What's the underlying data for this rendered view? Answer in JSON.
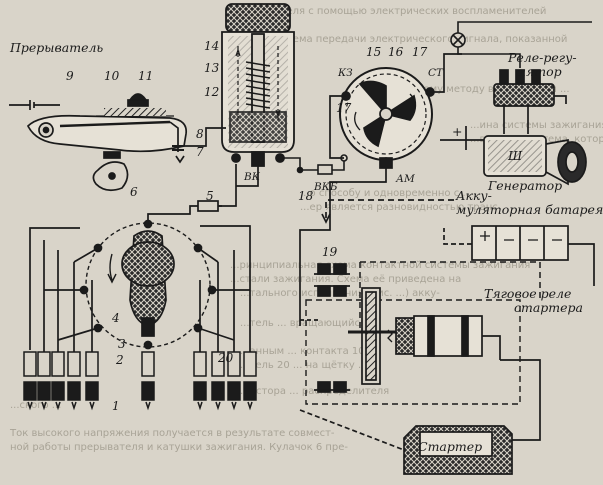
{
  "labels": {
    "breaker": "Прерыватель",
    "relay_regulator_1": "Реле-регу-",
    "relay_regulator_2": "лятор",
    "generator": "Генератор",
    "battery_1": "Акку-",
    "battery_2": "муляторная батарея",
    "traction_relay": "Тяговое реле",
    "starter_word": "стартера",
    "starter": "Стартер",
    "vk": "ВК",
    "vkb": "ВКБ",
    "am": "АМ",
    "kz": "КЗ",
    "st": "СТ",
    "sh": "Ш",
    "plus": "+"
  },
  "numbers": {
    "n1": "1",
    "n2": "2",
    "n3": "3",
    "n4": "4",
    "n5": "5",
    "n6": "6",
    "n7": "7",
    "n8": "8",
    "n9": "9",
    "n10": "10",
    "n11": "11",
    "n12": "12",
    "n13": "13",
    "n14": "14",
    "n15": "15",
    "n16": "16",
    "n17": "17",
    "n17b": "17",
    "n18": "18",
    "n19": "19",
    "n20": "20"
  },
  "page_text": {
    "line1": "двигателя с помощью электрических воспламенителей",
    "line2": "ниже схема передачи электрического сигнала, показанной",
    "line3": "Согласно этому методу выполняется ...",
    "line4": "...ина системы зажигания при работе",
    "line5": "...вающая система, которую можно к",
    "line6": "...о способу и одновременно с ...",
    "line7": "...ер является разновидностью транс",
    "line8": "...ринципиальная схема контактной системы зажигания",
    "line9": "...стали зажигания. Схема её приведена на",
    "line10": "...тального исполнения (рис. ...) акку-",
    "line11": "...тель ... вращающийся ...",
    "line12": "...анным ... контакта 10",
    "line13": "...тель 20 ... на щётку ...",
    "line14": "...истора ... распределителя",
    "line15": "...ского ...",
    "line16": "Ток высокого напряжения получается в результате совмест-",
    "line17": "ной работы прерывателя и катушки зажигания. Кулачок 6 пре-"
  }
}
